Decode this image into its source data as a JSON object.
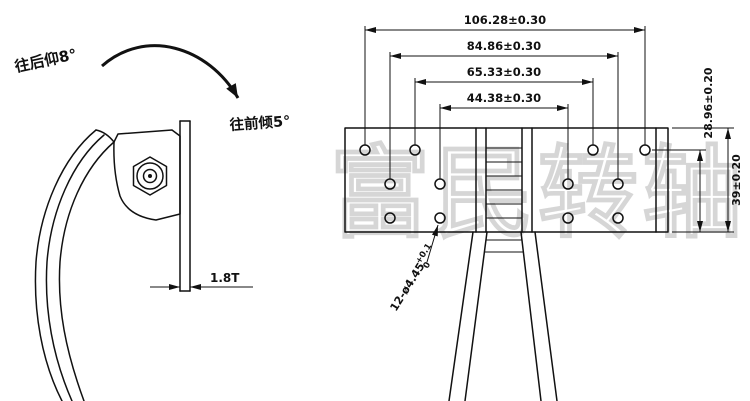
{
  "watermark": "富民转轴",
  "side_view": {
    "tilt_back_label": "往后仰8°",
    "tilt_forward_label": "往前倾5°",
    "thickness_dim": "1.8T"
  },
  "front_view": {
    "dim_span_outer": "106.28±0.30",
    "dim_span_2": "84.86±0.30",
    "dim_span_3": "65.33±0.30",
    "dim_span_inner": "44.38±0.30",
    "dim_height_upper": "28.96±0.20",
    "dim_height_full": "39±0.20",
    "hole_callout": "12-ø4.45",
    "hole_tol_upper": "+0.1",
    "hole_tol_lower": "0"
  }
}
